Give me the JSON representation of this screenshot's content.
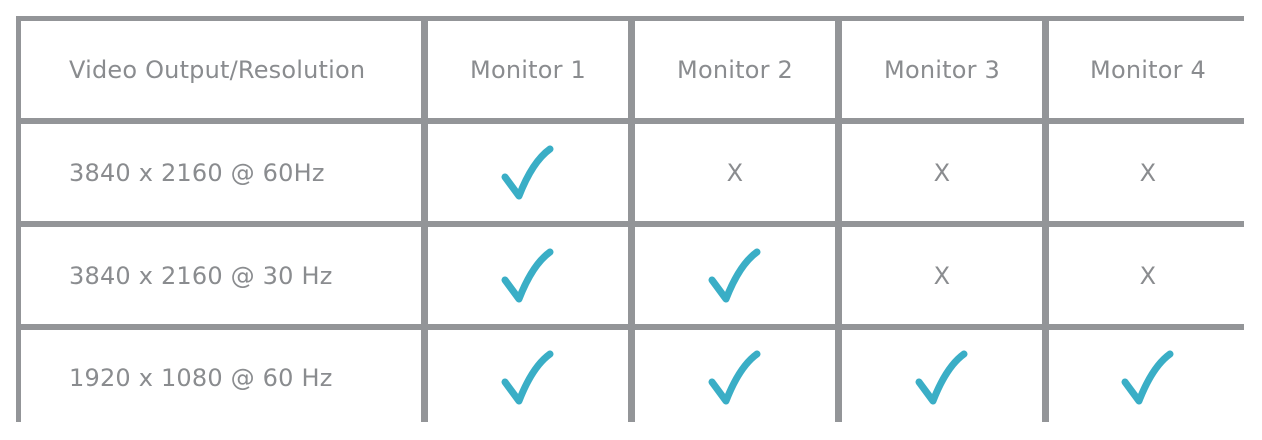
{
  "table": {
    "headers": [
      "Video Output/Resolution",
      "Monitor 1",
      "Monitor 2",
      "Monitor 3",
      "Monitor 4"
    ],
    "rows": [
      {
        "resolution": "3840 x 2160 @ 60Hz",
        "support": [
          true,
          false,
          false,
          false
        ]
      },
      {
        "resolution": "3840 x 2160 @ 30 Hz",
        "support": [
          true,
          true,
          false,
          false
        ]
      },
      {
        "resolution": "1920 x 1080 @ 60 Hz",
        "support": [
          true,
          true,
          true,
          true
        ]
      }
    ],
    "unsupported_mark": "X"
  },
  "colors": {
    "grid": "#939598",
    "text": "#8a8c8f",
    "check": "#3aaec6"
  },
  "icons": {
    "supported": "checkmark-icon"
  }
}
